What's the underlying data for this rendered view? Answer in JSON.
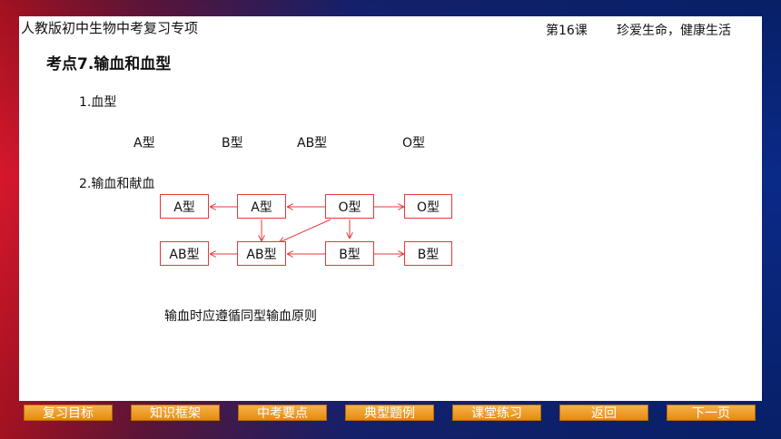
{
  "header": {
    "course": "人教版初中生物中考复习专项",
    "lesson": "第16课",
    "topic": "珍爱生命，健康生活"
  },
  "content": {
    "point_title": "考点7.输血和血型",
    "section1": "1.血型",
    "blood_types": [
      "A型",
      "B型",
      "AB型",
      "O型"
    ],
    "section2": "2.输血和献血",
    "diagram": {
      "row1": [
        "A型",
        "A型",
        "O型",
        "O型"
      ],
      "row2": [
        "AB型",
        "AB型",
        "B型",
        "B型"
      ]
    },
    "principle": "输血时应遵循同型输血原则"
  },
  "nav": [
    "复习目标",
    "知识框架",
    "中考要点",
    "典型题例",
    "课堂练习",
    "返回",
    "下一页"
  ],
  "colors": {
    "arrow": "#e23a3a",
    "nav_button": "#e58a10",
    "bg_red": "#d8172a",
    "bg_blue": "#0e2a8a"
  }
}
